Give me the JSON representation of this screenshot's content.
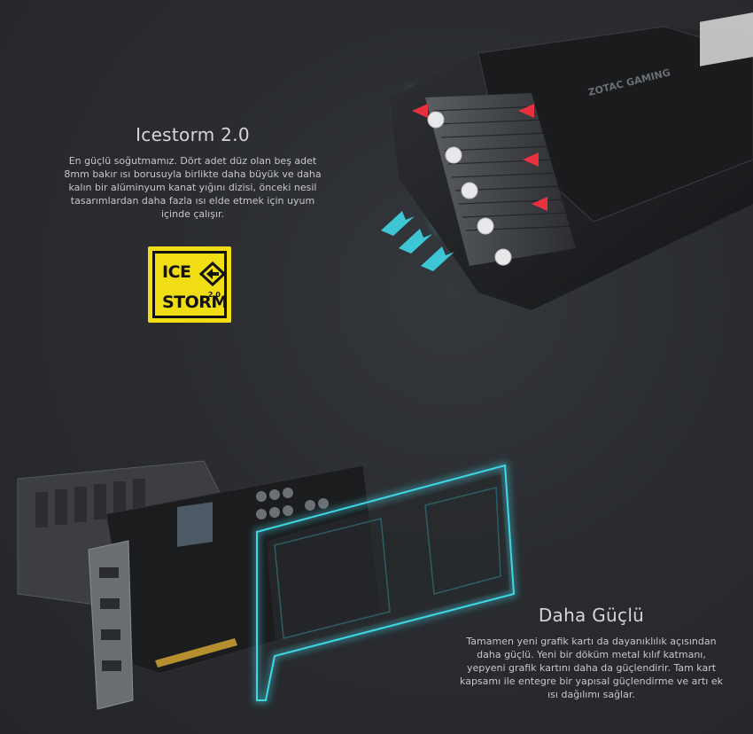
{
  "sections": {
    "icestorm": {
      "title": "Icestorm 2.0",
      "lines": [
        "En güçlü soğutmamız. Dört adet düz olan beş adet",
        "8mm bakır ısı borusuyla birlikte daha büyük ve daha",
        "kalın bir alüminyum kanat yığını dizisi, önceki nesil",
        "tasarımlardan daha fazla ısı elde etmek için uyum",
        "içinde çalışır."
      ]
    },
    "daha": {
      "title": "Daha Güçlü",
      "lines": [
        "Tamamen yeni grafik kartı da dayanıklılık açısından",
        "daha güçlü. Yeni bir döküm metal kılıf katmanı,",
        "yepyeni grafik kartını daha da güçlendirir. Tam kart",
        "kapsamı ile entegre bir yapısal güçlendirme ve artı ek",
        "ısı dağılımı sağlar."
      ]
    }
  },
  "badge": {
    "word1": "ICE",
    "word2": "STORM",
    "version": "2.0",
    "color": "#f1dd13",
    "icon": "diamond-arrow-icon"
  },
  "gpu_top": {
    "brand_text": "ZOTAC GAMING"
  },
  "colors": {
    "accent_glow": "#3fd6e6",
    "hot_arrow": "#e8303f",
    "background": "#2a2c30"
  }
}
